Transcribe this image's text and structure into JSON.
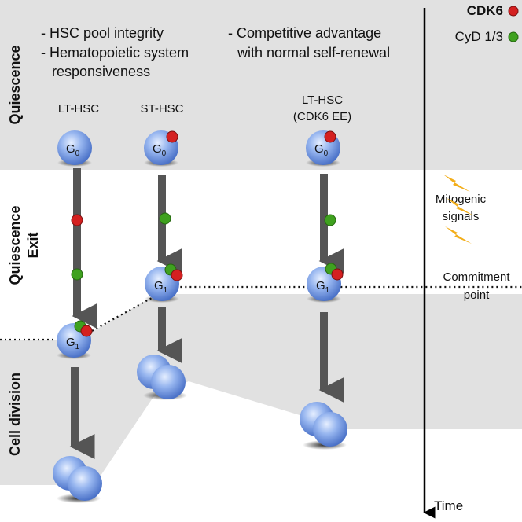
{
  "phases": {
    "quiescence": "Quiescence",
    "quiescence_exit_line1": "Quiescence",
    "quiescence_exit_line2": "Exit",
    "cell_division": "Cell division"
  },
  "notes": {
    "left_1": "- HSC pool integrity",
    "left_2": "- Hematopoietic system",
    "left_3": "responsiveness",
    "right_1": "- Competitive advantage",
    "right_2": "with normal self-renewal"
  },
  "columns": {
    "lt_hsc": "LT-HSC",
    "st_hsc": "ST-HSC",
    "lt_hsc_ee_line1": "LT-HSC",
    "lt_hsc_ee_line2": "(CDK6 EE)"
  },
  "legend": {
    "cdk6": "CDK6",
    "cyd": "CyD 1/3",
    "cdk6_color": "#d42020",
    "cyd_color": "#3fa11f"
  },
  "cell_labels": {
    "g0": "G",
    "g0_sub": "0",
    "g1": "G",
    "g1_sub": "1"
  },
  "mitogenic_line1": "Mitogenic",
  "mitogenic_line2": "signals",
  "commitment_line1": "Commitment",
  "commitment_line2": "point",
  "time_label": "Time"
}
